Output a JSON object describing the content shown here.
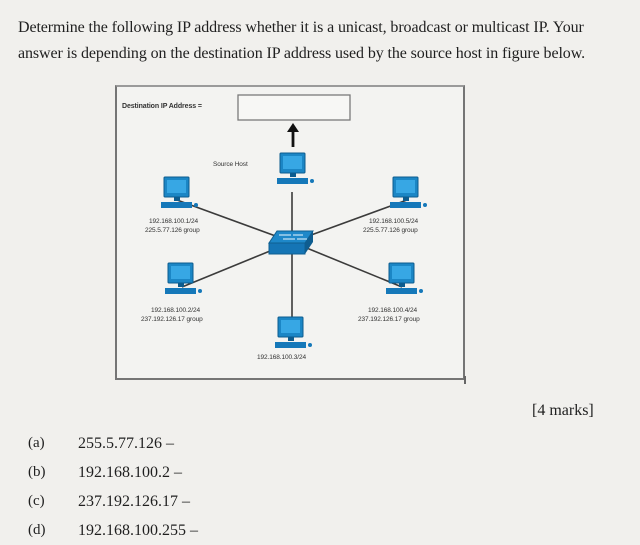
{
  "question": {
    "line1": "Determine the following IP address whether it is a unicast, broadcast or multicast IP. Your",
    "line2": "answer is depending on the destination IP address used by the source host in figure below."
  },
  "figure": {
    "destination_label": "Destination IP Address =",
    "source_host_label": "Source Host",
    "hosts": [
      {
        "line1": "192.168.100.1/24",
        "line2": "225.5.77.126 group"
      },
      {
        "line1": "192.168.100.5/24",
        "line2": "225.5.77.126 group"
      },
      {
        "line1": "192.168.100.2/24",
        "line2": "237.192.126.17 group"
      },
      {
        "line1": "192.168.100.4/24",
        "line2": "237.192.126.17 group"
      },
      {
        "line1": "192.168.100.3/24",
        "line2": ""
      }
    ],
    "colors": {
      "screen": "#1b86c5",
      "screen_dark": "#0d5c8e",
      "switch": "#1575b5",
      "line": "#3b3b3b"
    }
  },
  "marks": "[4 marks]",
  "answers": [
    {
      "label": "(a)",
      "text": "255.5.77.126 –"
    },
    {
      "label": "(b)",
      "text": "192.168.100.2 –"
    },
    {
      "label": "(c)",
      "text": "237.192.126.17 –"
    },
    {
      "label": "(d)",
      "text": "192.168.100.255 –"
    }
  ]
}
